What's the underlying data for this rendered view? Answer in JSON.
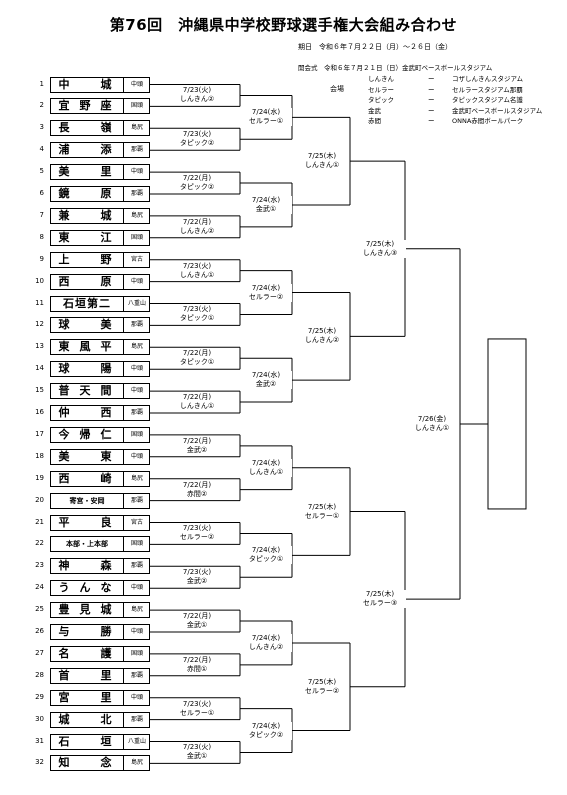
{
  "title": "第76回　沖縄県中学校野球選手権大会組み合わせ",
  "schedule": {
    "period_label": "期日",
    "period_value": "令和６年７月２２日（月）～２６日（金）",
    "ceremony_label": "開会式",
    "ceremony_value": "令和６年７月２１日（日）金武町ベースボールスタジアム"
  },
  "venues": {
    "label": "会場",
    "items": [
      {
        "short": "しんきん",
        "dash": "ー",
        "full": "コザしんきんスタジアム"
      },
      {
        "short": "セルラー",
        "dash": "ー",
        "full": "セルラースタジアム那覇"
      },
      {
        "short": "タピック",
        "dash": "ー",
        "full": "タピックスタジアム名護"
      },
      {
        "short": "金武",
        "dash": "ー",
        "full": "金武町ベースボールスタジアム"
      },
      {
        "short": "赤間",
        "dash": "ー",
        "full": "ONNA赤間ボールパーク"
      }
    ]
  },
  "teams": [
    {
      "no": "1",
      "name": "中　城",
      "region": "中頭"
    },
    {
      "no": "2",
      "name": "宜野座",
      "region": "国頭"
    },
    {
      "no": "3",
      "name": "長　嶺",
      "region": "島尻"
    },
    {
      "no": "4",
      "name": "浦　添",
      "region": "那覇"
    },
    {
      "no": "5",
      "name": "美　里",
      "region": "中頭"
    },
    {
      "no": "6",
      "name": "鏡　原",
      "region": "那覇"
    },
    {
      "no": "7",
      "name": "兼　城",
      "region": "島尻"
    },
    {
      "no": "8",
      "name": "東　江",
      "region": "国頭"
    },
    {
      "no": "9",
      "name": "上　野",
      "region": "宮古"
    },
    {
      "no": "10",
      "name": "西　原",
      "region": "中頭"
    },
    {
      "no": "11",
      "name": "石垣第二",
      "region": "八重山"
    },
    {
      "no": "12",
      "name": "球　美",
      "region": "那覇"
    },
    {
      "no": "13",
      "name": "東風平",
      "region": "島尻"
    },
    {
      "no": "14",
      "name": "球　陽",
      "region": "中頭"
    },
    {
      "no": "15",
      "name": "普天間",
      "region": "中頭"
    },
    {
      "no": "16",
      "name": "仲　西",
      "region": "那覇"
    },
    {
      "no": "17",
      "name": "今帰仁",
      "region": "国頭"
    },
    {
      "no": "18",
      "name": "美　東",
      "region": "中頭"
    },
    {
      "no": "19",
      "name": "西　崎",
      "region": "島尻"
    },
    {
      "no": "20",
      "name": "寄宮・安岡",
      "region": "那覇"
    },
    {
      "no": "21",
      "name": "平　良",
      "region": "宮古"
    },
    {
      "no": "22",
      "name": "本部・上本部",
      "region": "国頭"
    },
    {
      "no": "23",
      "name": "神　森",
      "region": "那覇"
    },
    {
      "no": "24",
      "name": "うんな",
      "region": "中頭"
    },
    {
      "no": "25",
      "name": "豊見城",
      "region": "島尻"
    },
    {
      "no": "26",
      "name": "与　勝",
      "region": "中頭"
    },
    {
      "no": "27",
      "name": "名　護",
      "region": "国頭"
    },
    {
      "no": "28",
      "name": "首　里",
      "region": "那覇"
    },
    {
      "no": "29",
      "name": "宮　里",
      "region": "中頭"
    },
    {
      "no": "30",
      "name": "城　北",
      "region": "那覇"
    },
    {
      "no": "31",
      "name": "石　垣",
      "region": "八重山"
    },
    {
      "no": "32",
      "name": "知　念",
      "region": "島尻"
    }
  ],
  "round1": [
    {
      "date": "7/23(火)",
      "venue": "しんきん②"
    },
    {
      "date": "7/23(火)",
      "venue": "タピック②"
    },
    {
      "date": "7/22(月)",
      "venue": "タピック②"
    },
    {
      "date": "7/22(月)",
      "venue": "しんきん②"
    },
    {
      "date": "7/23(火)",
      "venue": "しんきん①"
    },
    {
      "date": "7/23(火)",
      "venue": "タピック①"
    },
    {
      "date": "7/22(月)",
      "venue": "タピック①"
    },
    {
      "date": "7/22(月)",
      "venue": "しんきん①"
    },
    {
      "date": "7/22(月)",
      "venue": "金武②"
    },
    {
      "date": "7/22(月)",
      "venue": "赤間②"
    },
    {
      "date": "7/23(火)",
      "venue": "セルラー②"
    },
    {
      "date": "7/23(火)",
      "venue": "金武②"
    },
    {
      "date": "7/22(月)",
      "venue": "金武①"
    },
    {
      "date": "7/22(月)",
      "venue": "赤間①"
    },
    {
      "date": "7/23(火)",
      "venue": "セルラー①"
    },
    {
      "date": "7/23(火)",
      "venue": "金武①"
    }
  ],
  "round2": [
    {
      "date": "7/24(水)",
      "venue": "セルラー①"
    },
    {
      "date": "7/24(水)",
      "venue": "金武①"
    },
    {
      "date": "7/24(水)",
      "venue": "セルラー②"
    },
    {
      "date": "7/24(水)",
      "venue": "金武②"
    },
    {
      "date": "7/24(水)",
      "venue": "しんきん①"
    },
    {
      "date": "7/24(水)",
      "venue": "タピック①"
    },
    {
      "date": "7/24(水)",
      "venue": "しんきん②"
    },
    {
      "date": "7/24(水)",
      "venue": "タピック②"
    }
  ],
  "round3": [
    {
      "date": "7/25(木)",
      "venue": "しんきん①"
    },
    {
      "date": "7/25(木)",
      "venue": "しんきん②"
    },
    {
      "date": "7/25(木)",
      "venue": "セルラー①"
    },
    {
      "date": "7/25(木)",
      "venue": "セルラー②"
    }
  ],
  "semifinal": [
    {
      "date": "7/25(木)",
      "venue": "しんきん③"
    },
    {
      "date": "7/25(木)",
      "venue": "セルラー③"
    }
  ],
  "final": {
    "date": "7/26(金)",
    "venue": "しんきん①"
  }
}
